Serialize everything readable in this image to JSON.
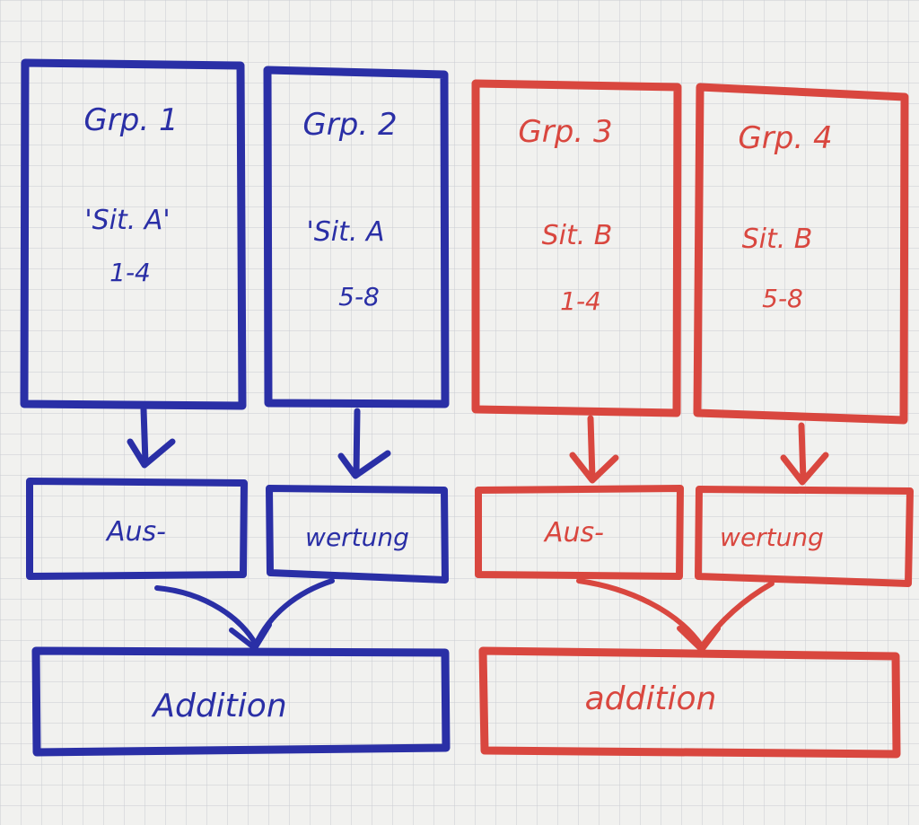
{
  "colors": {
    "paper": "#f1f1ef",
    "grid": "#c9ccd2",
    "blue_marker": "#2a2fa6",
    "red_marker": "#d9473f"
  },
  "groups": [
    {
      "title": "Grp. 1",
      "situation": "'Sit. A'",
      "range": "1-4",
      "color": "blue"
    },
    {
      "title": "Grp. 2",
      "situation": "'Sit. A",
      "range": "5-8",
      "color": "blue"
    },
    {
      "title": "Grp. 3",
      "situation": "Sit. B",
      "range": "1-4",
      "color": "red"
    },
    {
      "title": "Grp. 4",
      "situation": "Sit. B",
      "range": "5-8",
      "color": "red"
    }
  ],
  "evaluation_boxes": [
    {
      "label": "Aus-",
      "color": "blue"
    },
    {
      "label": "wertung",
      "color": "blue"
    },
    {
      "label": "Aus-",
      "color": "red"
    },
    {
      "label": "wertung",
      "color": "red"
    }
  ],
  "addition_boxes": [
    {
      "label": "Addition",
      "color": "blue"
    },
    {
      "label": "addition",
      "color": "red"
    }
  ]
}
